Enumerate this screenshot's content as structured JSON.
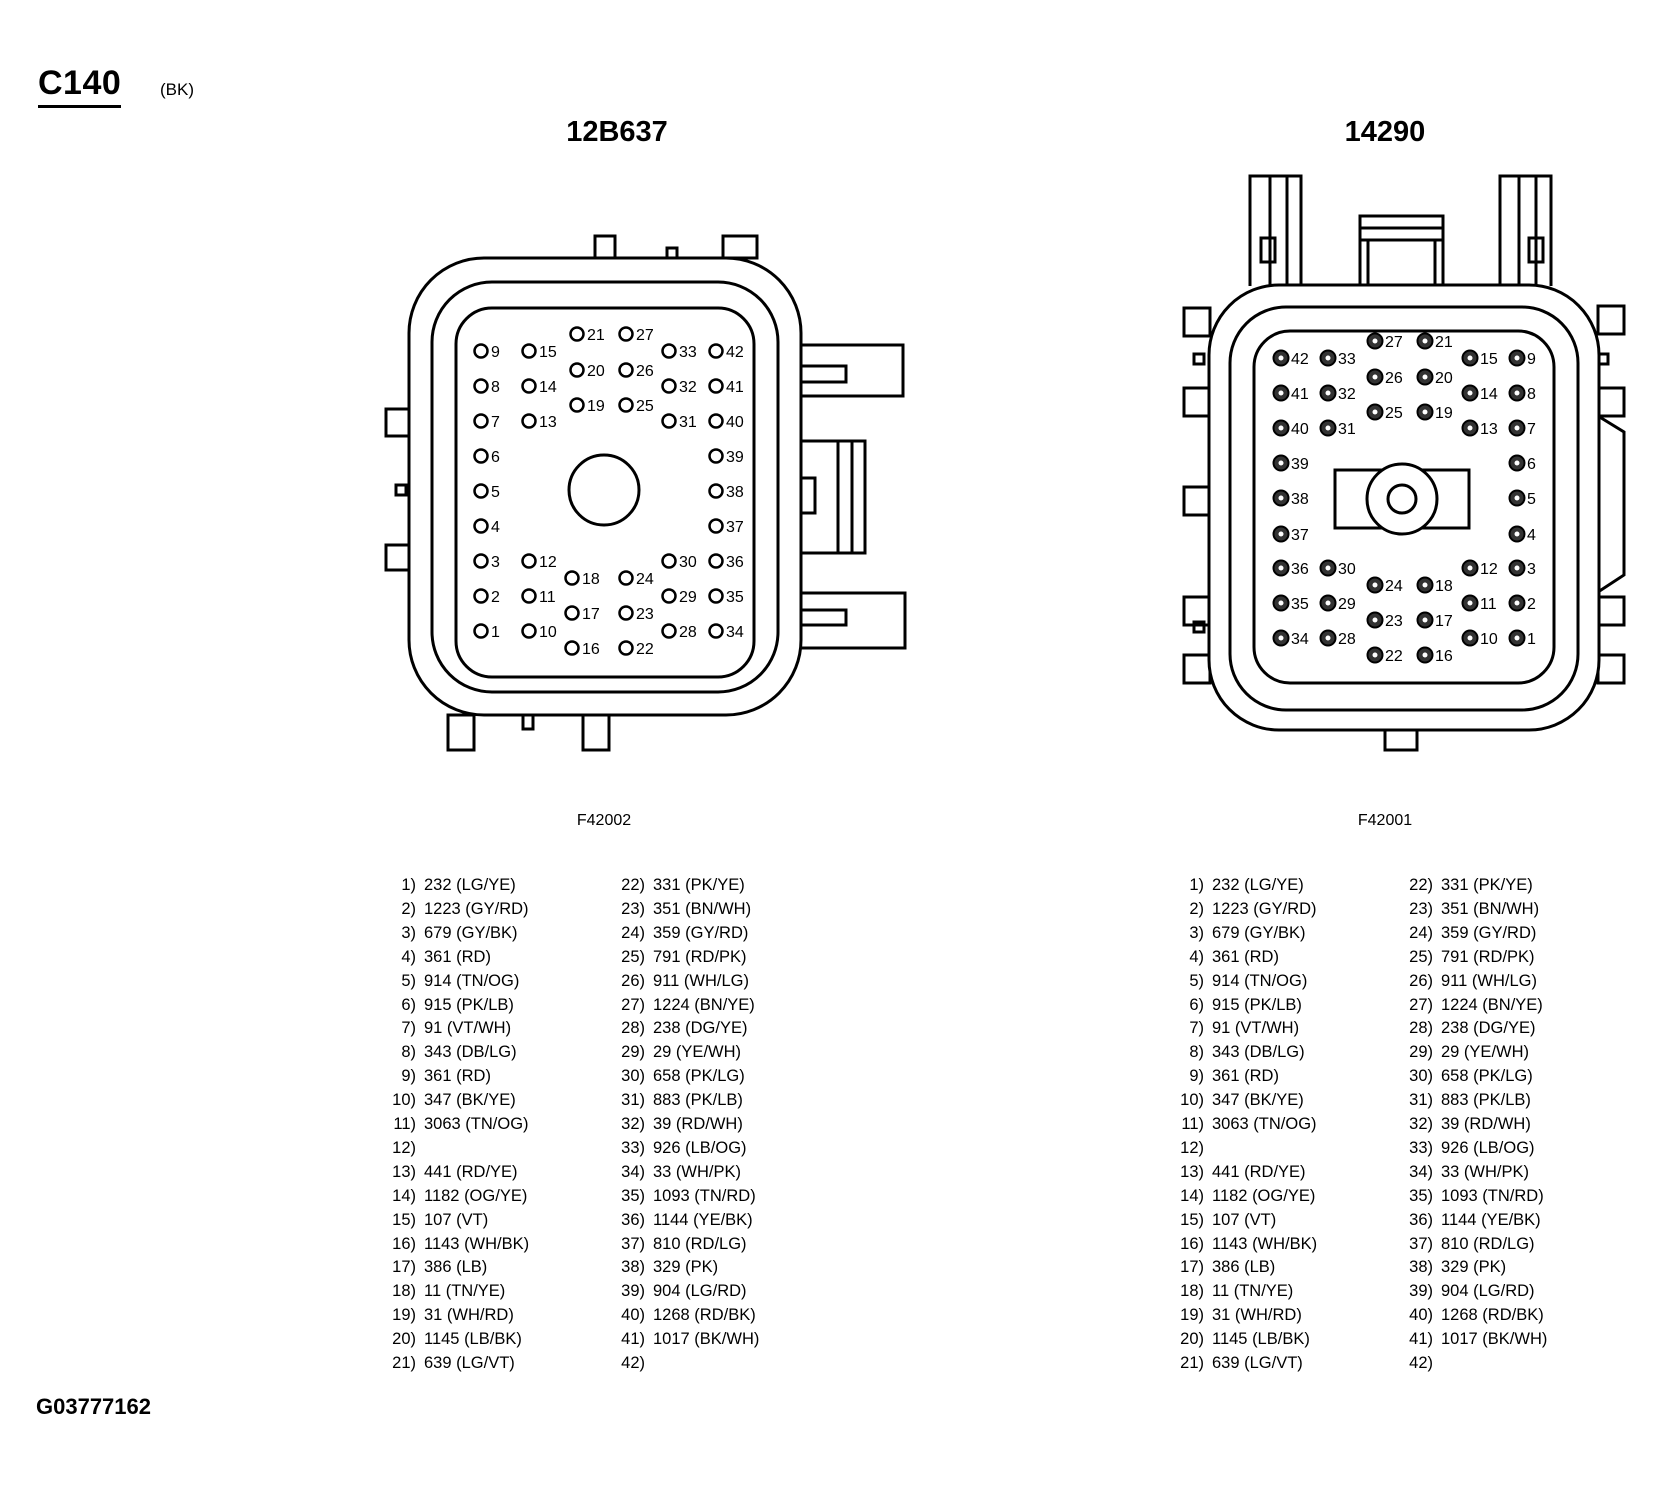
{
  "header": {
    "connector_id": "C140",
    "color_code": "(BK)"
  },
  "footer": {
    "graphic_id": "G03777162"
  },
  "connectors": [
    {
      "part_number": "12B637",
      "figure_id": "F42002",
      "pins": [
        {
          "n": "1"
        },
        {
          "n": "2"
        },
        {
          "n": "3"
        },
        {
          "n": "4"
        },
        {
          "n": "5"
        },
        {
          "n": "6"
        },
        {
          "n": "7"
        },
        {
          "n": "8"
        },
        {
          "n": "9"
        },
        {
          "n": "10"
        },
        {
          "n": "11"
        },
        {
          "n": "12"
        },
        {
          "n": "13"
        },
        {
          "n": "14"
        },
        {
          "n": "15"
        },
        {
          "n": "16"
        },
        {
          "n": "17"
        },
        {
          "n": "18"
        },
        {
          "n": "19"
        },
        {
          "n": "20"
        },
        {
          "n": "21"
        },
        {
          "n": "22"
        },
        {
          "n": "23"
        },
        {
          "n": "24"
        },
        {
          "n": "25"
        },
        {
          "n": "26"
        },
        {
          "n": "27"
        },
        {
          "n": "28"
        },
        {
          "n": "29"
        },
        {
          "n": "30"
        },
        {
          "n": "31"
        },
        {
          "n": "32"
        },
        {
          "n": "33"
        },
        {
          "n": "34"
        },
        {
          "n": "35"
        },
        {
          "n": "36"
        },
        {
          "n": "37"
        },
        {
          "n": "38"
        },
        {
          "n": "39"
        },
        {
          "n": "40"
        },
        {
          "n": "41"
        },
        {
          "n": "42"
        }
      ]
    },
    {
      "part_number": "14290",
      "figure_id": "F42001",
      "pins": [
        {
          "n": "1"
        },
        {
          "n": "2"
        },
        {
          "n": "3"
        },
        {
          "n": "4"
        },
        {
          "n": "5"
        },
        {
          "n": "6"
        },
        {
          "n": "7"
        },
        {
          "n": "8"
        },
        {
          "n": "9"
        },
        {
          "n": "10"
        },
        {
          "n": "11"
        },
        {
          "n": "12"
        },
        {
          "n": "13"
        },
        {
          "n": "14"
        },
        {
          "n": "15"
        },
        {
          "n": "16"
        },
        {
          "n": "17"
        },
        {
          "n": "18"
        },
        {
          "n": "19"
        },
        {
          "n": "20"
        },
        {
          "n": "21"
        },
        {
          "n": "22"
        },
        {
          "n": "23"
        },
        {
          "n": "24"
        },
        {
          "n": "25"
        },
        {
          "n": "26"
        },
        {
          "n": "27"
        },
        {
          "n": "28"
        },
        {
          "n": "29"
        },
        {
          "n": "30"
        },
        {
          "n": "31"
        },
        {
          "n": "32"
        },
        {
          "n": "33"
        },
        {
          "n": "34"
        },
        {
          "n": "35"
        },
        {
          "n": "36"
        },
        {
          "n": "37"
        },
        {
          "n": "38"
        },
        {
          "n": "39"
        },
        {
          "n": "40"
        },
        {
          "n": "41"
        },
        {
          "n": "42"
        }
      ]
    }
  ],
  "wire_table": [
    {
      "pin": "1)",
      "wire": "232 (LG/YE)"
    },
    {
      "pin": "2)",
      "wire": "1223 (GY/RD)"
    },
    {
      "pin": "3)",
      "wire": "679 (GY/BK)"
    },
    {
      "pin": "4)",
      "wire": "361 (RD)"
    },
    {
      "pin": "5)",
      "wire": "914 (TN/OG)"
    },
    {
      "pin": "6)",
      "wire": "915 (PK/LB)"
    },
    {
      "pin": "7)",
      "wire": "91 (VT/WH)"
    },
    {
      "pin": "8)",
      "wire": "343 (DB/LG)"
    },
    {
      "pin": "9)",
      "wire": "361 (RD)"
    },
    {
      "pin": "10)",
      "wire": "347 (BK/YE)"
    },
    {
      "pin": "11)",
      "wire": "3063 (TN/OG)"
    },
    {
      "pin": "12)",
      "wire": ""
    },
    {
      "pin": "13)",
      "wire": "441 (RD/YE)"
    },
    {
      "pin": "14)",
      "wire": "1182 (OG/YE)"
    },
    {
      "pin": "15)",
      "wire": "107 (VT)"
    },
    {
      "pin": "16)",
      "wire": "1143 (WH/BK)"
    },
    {
      "pin": "17)",
      "wire": "386 (LB)"
    },
    {
      "pin": "18)",
      "wire": "11 (TN/YE)"
    },
    {
      "pin": "19)",
      "wire": "31 (WH/RD)"
    },
    {
      "pin": "20)",
      "wire": "1145 (LB/BK)"
    },
    {
      "pin": "21)",
      "wire": "639 (LG/VT)"
    },
    {
      "pin": "22)",
      "wire": "331 (PK/YE)"
    },
    {
      "pin": "23)",
      "wire": "351 (BN/WH)"
    },
    {
      "pin": "24)",
      "wire": "359 (GY/RD)"
    },
    {
      "pin": "25)",
      "wire": "791 (RD/PK)"
    },
    {
      "pin": "26)",
      "wire": "911 (WH/LG)"
    },
    {
      "pin": "27)",
      "wire": "1224 (BN/YE)"
    },
    {
      "pin": "28)",
      "wire": "238 (DG/YE)"
    },
    {
      "pin": "29)",
      "wire": "29 (YE/WH)"
    },
    {
      "pin": "30)",
      "wire": "658 (PK/LG)"
    },
    {
      "pin": "31)",
      "wire": "883 (PK/LB)"
    },
    {
      "pin": "32)",
      "wire": "39 (RD/WH)"
    },
    {
      "pin": "33)",
      "wire": "926 (LB/OG)"
    },
    {
      "pin": "34)",
      "wire": "33 (WH/PK)"
    },
    {
      "pin": "35)",
      "wire": "1093 (TN/RD)"
    },
    {
      "pin": "36)",
      "wire": "1144 (YE/BK)"
    },
    {
      "pin": "37)",
      "wire": "810 (RD/LG)"
    },
    {
      "pin": "38)",
      "wire": "329 (PK)"
    },
    {
      "pin": "39)",
      "wire": "904 (LG/RD)"
    },
    {
      "pin": "40)",
      "wire": "1268 (RD/BK)"
    },
    {
      "pin": "41)",
      "wire": "1017 (BK/WH)"
    },
    {
      "pin": "42)",
      "wire": ""
    }
  ]
}
